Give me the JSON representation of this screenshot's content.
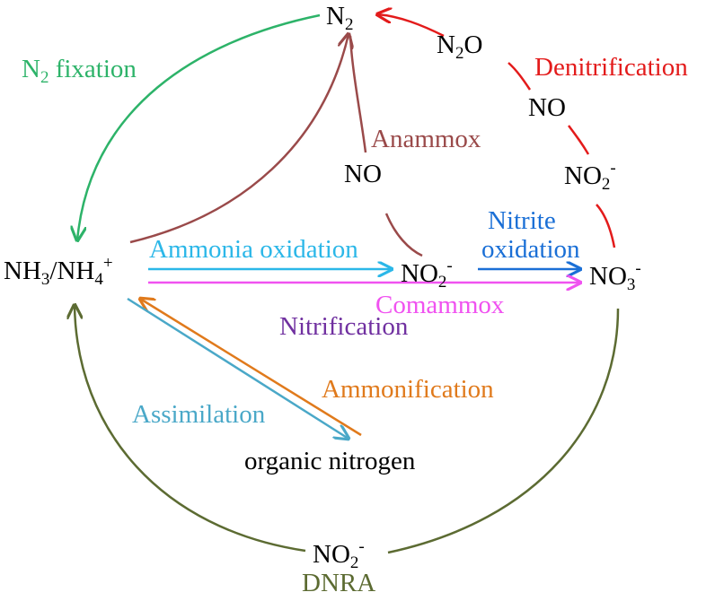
{
  "colors": {
    "species": "#000000",
    "n2_fixation": "#2db369",
    "denitrification": "#e31b1b",
    "anammox": "#9a4a4a",
    "ammonia_oxidation": "#2bb7e8",
    "nitrite_oxidation": "#1a6fd6",
    "comammox": "#f052f0",
    "nitrification": "#7030a0",
    "ammonification": "#e07a1c",
    "assimilation": "#4aa8c8",
    "dnra": "#5c6b32"
  },
  "species": {
    "n2": {
      "base": "N",
      "sub": "2",
      "suffix": ""
    },
    "n2o": {
      "base": "N",
      "sub": "2",
      "suffix": "O"
    },
    "no_denit": "NO",
    "no2_denit": {
      "base": "NO",
      "sub": "2",
      "sup": "-"
    },
    "no_anammox": "NO",
    "nh3_nh4": {
      "a": "NH",
      "a_sub": "3",
      "sep": "/NH",
      "b_sub": "4",
      "b_sup": "+"
    },
    "no2_center": {
      "base": "NO",
      "sub": "2",
      "sup": "-"
    },
    "no3": {
      "base": "NO",
      "sub": "3",
      "sup": "-"
    },
    "organic_nitrogen": "organic nitrogen",
    "no2_dnra": {
      "base": "NO",
      "sub": "2",
      "sup": "-"
    }
  },
  "processes": {
    "n2_fixation": {
      "base": "N",
      "sub": "2",
      "suffix": " fixation"
    },
    "denitrification": "Denitrification",
    "anammox": "Anammox",
    "ammonia_oxidation": "Ammonia oxidation",
    "nitrite_oxidation_line1": "Nitrite",
    "nitrite_oxidation_line2": "oxidation",
    "comammox": "Comammox",
    "nitrification": "Nitrification",
    "ammonification": "Ammonification",
    "assimilation": "Assimilation",
    "dnra": "DNRA"
  }
}
